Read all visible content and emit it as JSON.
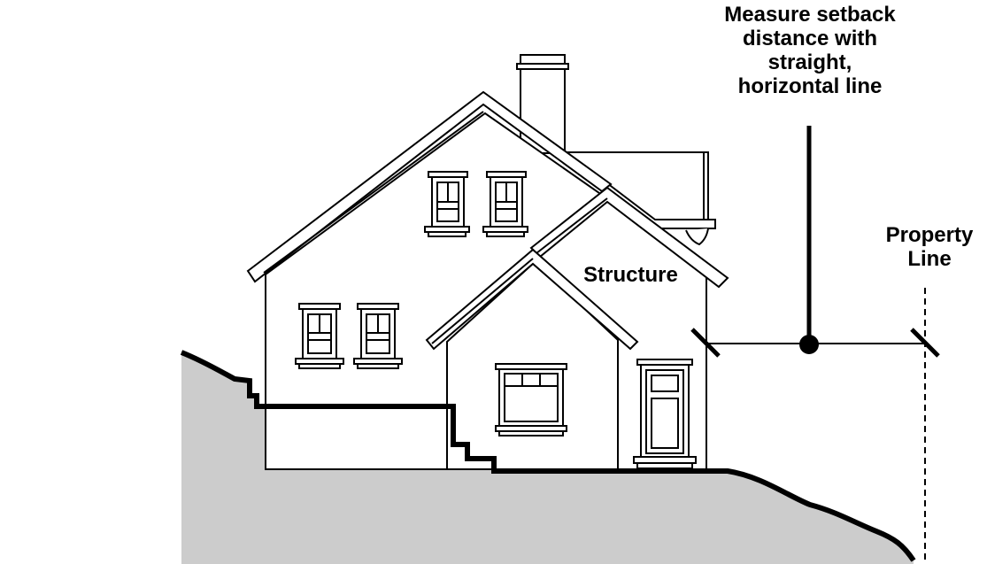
{
  "labels": {
    "measure": [
      "Measure setback",
      "distance with",
      "straight,",
      "horizontal line"
    ],
    "structure": "Structure",
    "property_line": [
      "Property",
      "Line"
    ]
  },
  "colors": {
    "ground_fill": "#cccccc",
    "line": "#000000",
    "house_fill": "#ffffff"
  }
}
